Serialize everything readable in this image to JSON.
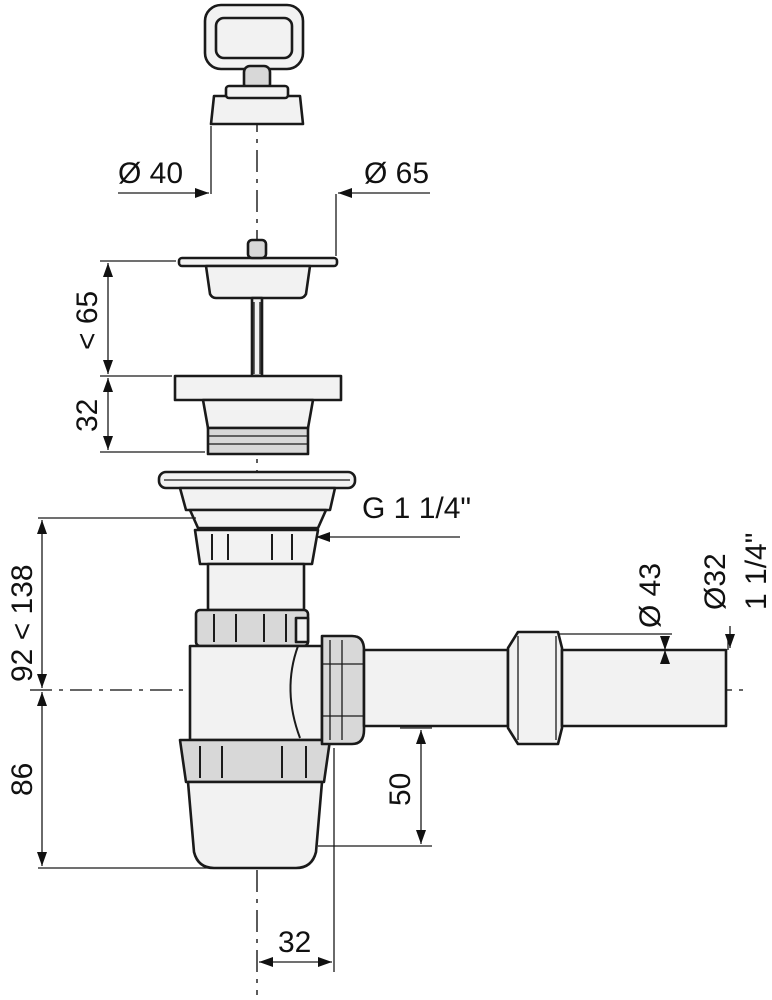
{
  "dimensions": {
    "d_plug": "Ø 40",
    "d_flange": "Ø 65",
    "h_upper": "< 65",
    "h_body": "32",
    "thread": "G 1 1/4\"",
    "h_adjust": "92 < 138",
    "h_trap": "86",
    "h_outlet": "50",
    "w_offset": "32",
    "d_socket": "Ø 43",
    "d_pipe": "Ø32",
    "pipe_size": "1 1/4\""
  }
}
